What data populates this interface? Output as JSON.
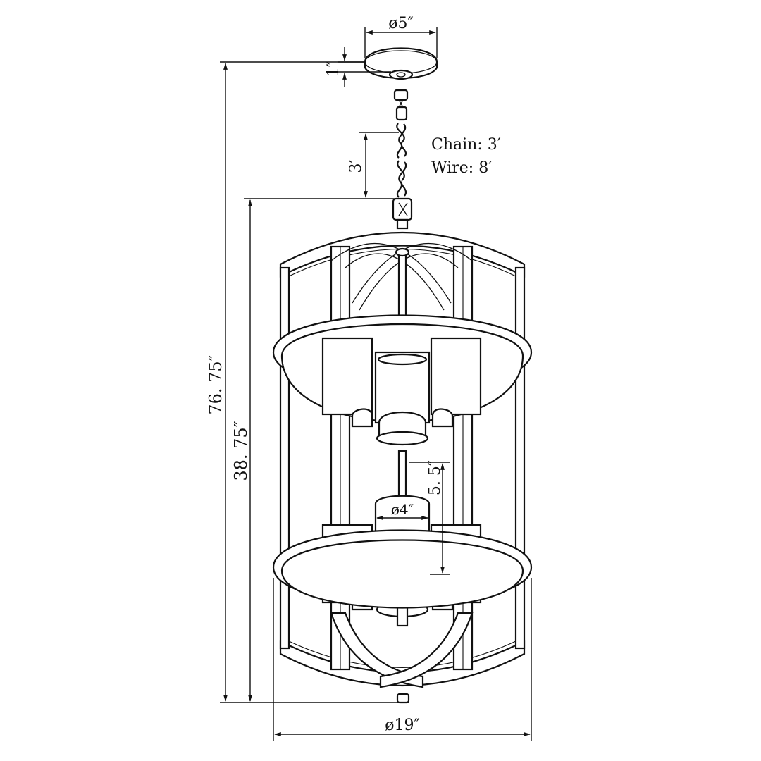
{
  "dimensions": {
    "canopy_diameter": "ø5″",
    "canopy_height": "1″",
    "chain_segment": "3′",
    "total_height": "76. 75″",
    "fixture_height": "38. 75″",
    "tier_spacing": "5. 5″",
    "candle_diameter": "ø4″",
    "body_diameter": "ø19″"
  },
  "notes": {
    "chain": "Chain: 3′",
    "wire": "Wire: 8′"
  }
}
